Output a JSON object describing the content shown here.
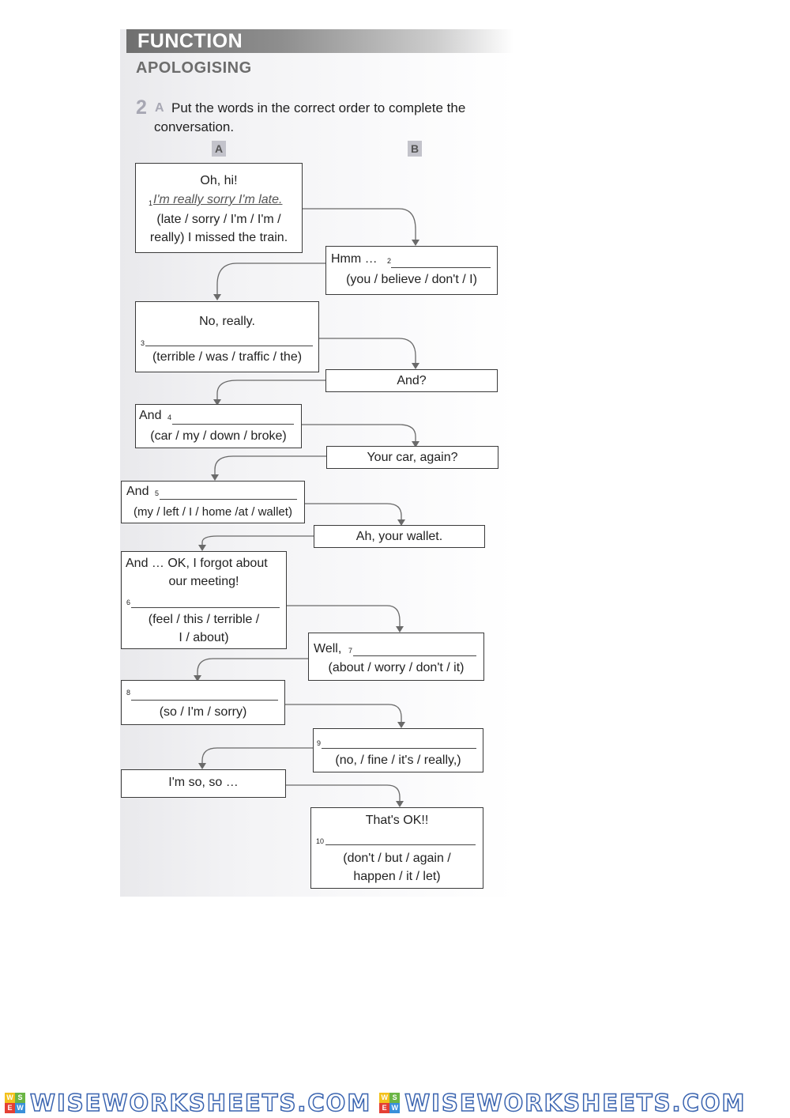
{
  "header": {
    "banner": "FUNCTION",
    "subtitle": "APOLOGISING",
    "exercise_number": "2",
    "exercise_letter": "A",
    "instruction_1": "Put the words in the correct order to complete the",
    "instruction_2": "conversation.",
    "column_a": "A",
    "column_b": "B"
  },
  "conversation": {
    "a1": {
      "line1": "Oh, hi!",
      "sup": "1",
      "answer": "I'm really sorry I'm late.",
      "words": "(late / sorry / I'm / I'm /",
      "words2": "really) I missed the train."
    },
    "b2": {
      "prefix": "Hmm …",
      "sup": "2",
      "words": "(you / believe / don't / I)"
    },
    "a3": {
      "line1": "No, really.",
      "sup": "3",
      "words": "(terrible / was / traffic / the)"
    },
    "b_and": {
      "text": "And?"
    },
    "a4": {
      "prefix": "And",
      "sup": "4",
      "words": "(car / my / down / broke)"
    },
    "b_car": {
      "text": "Your car, again?"
    },
    "a5": {
      "prefix": "And",
      "sup": "5",
      "words": "(my / left / I / home /at / wallet)"
    },
    "b_wallet": {
      "text": "Ah, your wallet."
    },
    "a6": {
      "line1": "And … OK, I forgot about",
      "line2": "our meeting!",
      "sup": "6",
      "words": "(feel / this / terrible /",
      "words2": "I / about)"
    },
    "b7": {
      "prefix": "Well,",
      "sup": "7",
      "words": "(about / worry / don't / it)"
    },
    "a8": {
      "sup": "8",
      "words": "(so / I'm / sorry)"
    },
    "b9": {
      "sup": "9",
      "words": "(no, / fine / it's / really,)"
    },
    "a_so": {
      "text": "I'm so, so …"
    },
    "b10": {
      "line1": "That's OK!!",
      "sup": "10",
      "words": "(don't / but / again /",
      "words2": "happen / it / let)"
    }
  },
  "footer": {
    "brand": "WISEWORKSHEETS.COM",
    "cube": [
      "W",
      "S",
      "E",
      "W"
    ]
  },
  "colors": {
    "box_border": "#3a3a3a",
    "banner_grey": "#7a7a7a",
    "logo_stroke": "#3a64b0"
  }
}
